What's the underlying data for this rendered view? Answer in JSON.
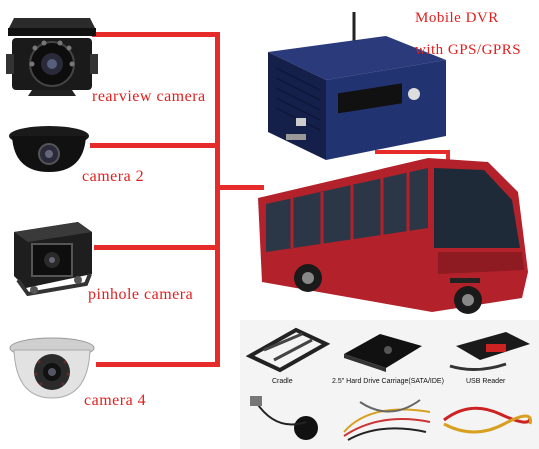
{
  "labels": {
    "dvr_line1": "Mobile DVR",
    "dvr_line2": "with GPS/GPRS",
    "cam1": "rearview camera",
    "cam2": "camera 2",
    "cam3": "pinhole camera",
    "cam4": "camera 4"
  },
  "accessories": {
    "cradle": "Cradle",
    "hdd": "2.5\" Hard Drive Carriage(SATA/IDE)",
    "usb": "USB Reader"
  },
  "colors": {
    "wire": "#e62b2b",
    "label": "#e01f1f",
    "dvr_body": "#1f2f6e",
    "bus_body": "#b3212b"
  }
}
